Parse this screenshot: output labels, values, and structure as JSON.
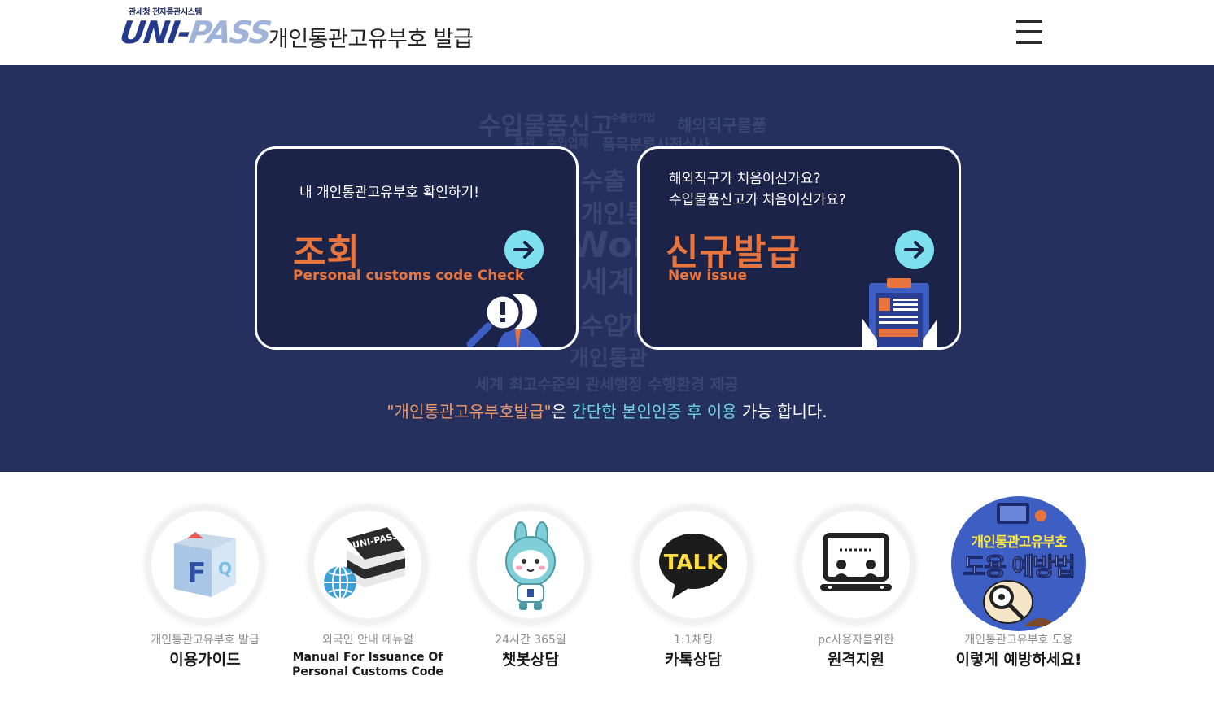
{
  "header": {
    "logo_sub": "관세청 전자통관시스템",
    "logo_word_a": "UNI-",
    "logo_word_b": "PASS",
    "title": "개인통관고유부호 발급"
  },
  "hero": {
    "wordcloud": [
      "수입물품신고",
      "수출입기업",
      "해외직구물품",
      "통관",
      "수입업체",
      "품목분류사전심사",
      "수출",
      "개인통관",
      "World",
      "세계",
      "수입",
      "가",
      "개인통관",
      "세계 최고수준의 관세행정 수행환경 제공"
    ],
    "card_lookup": {
      "question": "내 개인통관고유부호 확인하기!",
      "title": "조회",
      "subtitle": "Personal customs code Check"
    },
    "card_new": {
      "question_1": "해외직구가 처음이신가요?",
      "question_2": "수입물품신고가 처음이신가요?",
      "title": "신규발급",
      "subtitle": "New issue"
    },
    "notice": {
      "part1": "\"개인통관고유부호발급\"",
      "part2": "은 ",
      "part3": "간단한 본인인증 후 이용",
      "part4": " 가능 합니다."
    }
  },
  "services": [
    {
      "sub": "개인통관고유부호 발급",
      "main": "이용가이드",
      "icon": "faq-cube-icon"
    },
    {
      "sub": "외국인 안내 메뉴얼",
      "main_1": "Manual For Issuance Of",
      "main_2": "Personal Customs Code",
      "icon": "manual-books-globe-icon",
      "book_label": "UNI-PASS"
    },
    {
      "sub": "24시간 365일",
      "main": "챗봇상담",
      "icon": "chatbot-rabbit-icon"
    },
    {
      "sub": "1:1채팅",
      "main": "카톡상담",
      "icon": "kakao-talk-icon",
      "icon_text": "TALK"
    },
    {
      "sub": "pc사용자를위한",
      "main": "원격지원",
      "icon": "remote-support-monitor-icon"
    },
    {
      "sub": "개인통관고유부호 도용",
      "main": "이렇게 예방하세요!",
      "icon": "identity-theft-prevention-badge",
      "badge_1": "개인통관고유부호",
      "badge_2": "도용 예방법"
    }
  ],
  "colors": {
    "hero_bg": "#25305e",
    "card_bg": "#1b2348",
    "accent_orange": "#e8753d",
    "accent_cyan": "#7ee0ee",
    "logo_blue": "#243a8c"
  }
}
